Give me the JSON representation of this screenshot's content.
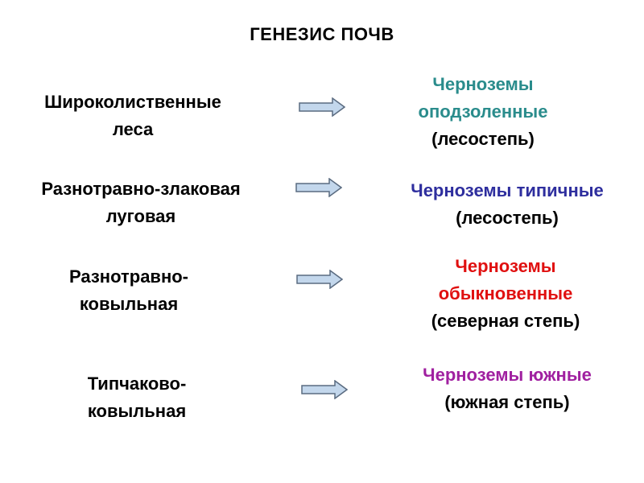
{
  "title": "ГЕНЕЗИС ПОЧВ",
  "colors": {
    "arrow_fill": "#c3d7ec",
    "arrow_stroke": "#5a6b80",
    "row1": "#2a8c8c",
    "row2": "#2e2e9e",
    "row3": "#e01010",
    "row4": "#a020a0"
  },
  "rows": [
    {
      "vegetation": [
        "Широколиственные",
        "леса"
      ],
      "soil_name": [
        "Черноземы",
        "оподзоленные"
      ],
      "zone": "(лесостепь)"
    },
    {
      "vegetation": [
        "Разнотравно-злаковая",
        "луговая"
      ],
      "soil_name": [
        "Черноземы типичные"
      ],
      "zone": "(лесостепь)"
    },
    {
      "vegetation": [
        "Разнотравно-",
        "ковыльная"
      ],
      "soil_name": [
        "Черноземы",
        "обыкновенные"
      ],
      "zone": "(северная степь)"
    },
    {
      "vegetation": [
        "Типчаково-",
        "ковыльная"
      ],
      "soil_name": [
        "Черноземы южные"
      ],
      "zone": "(южная степь)"
    }
  ]
}
